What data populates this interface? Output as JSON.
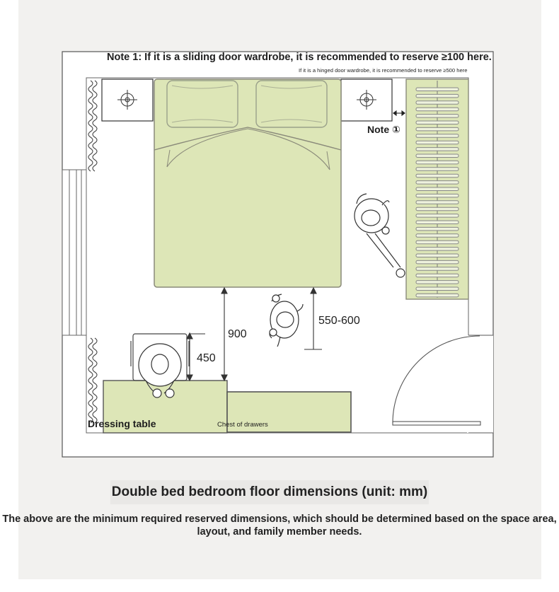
{
  "colors": {
    "furniture_fill": "#dde6b7",
    "line": "#555555",
    "panel": "#f2f1ef",
    "floor": "#ffffff"
  },
  "notes": {
    "sliding": "Note 1: If it is a sliding door wardrobe, it is recommended to reserve ≥100 here.",
    "hinged": "If it is a hinged door wardrobe, it is recommended to reserve ≥500 here",
    "ref": "Note ①"
  },
  "dimensions": {
    "d900": "900",
    "d550": "550-600",
    "d450": "450"
  },
  "labels": {
    "dressing_table": "Dressing table",
    "chest": "Chest of drawers"
  },
  "caption": {
    "title": "Double bed bedroom floor dimensions (unit: mm)",
    "subtitle": "The above are the minimum required reserved dimensions, which should be determined based on the space area, layout, and family member needs."
  }
}
